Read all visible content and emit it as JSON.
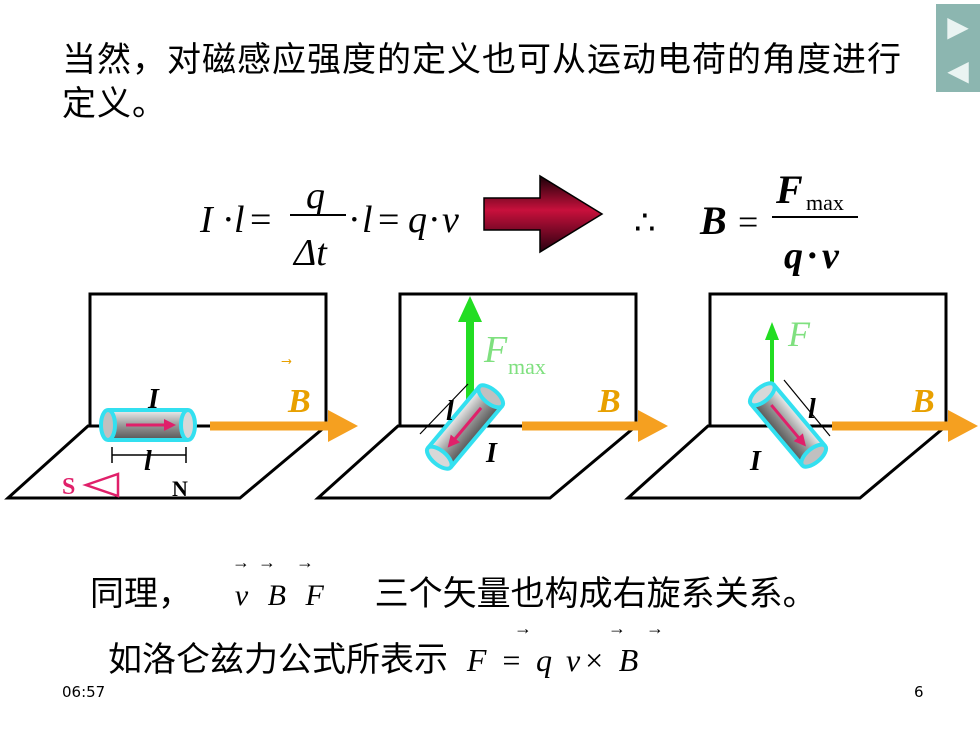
{
  "title": "当然，对磁感应强度的定义也可从运动电荷的角度进行定义。",
  "nav": {
    "next_icon": "play-right-icon",
    "prev_icon": "play-left-icon"
  },
  "equation_left": {
    "I": "I",
    "l": "l",
    "q": "q",
    "delta_t": "Δt",
    "v": "v"
  },
  "equation_right": {
    "therefore": "∴",
    "B": "B",
    "F": "F",
    "max": "max",
    "q": "q",
    "v": "v"
  },
  "diagram": {
    "panel1": {
      "current": "I",
      "field": "B",
      "length": "l",
      "south": "S",
      "north": "N"
    },
    "panel2": {
      "force": "F",
      "force_sub": "max",
      "length": "l",
      "current": "I",
      "field": "B"
    },
    "panel3": {
      "force": "F",
      "length": "l",
      "current": "I",
      "field": "B"
    }
  },
  "line1": {
    "text_start": "同理，",
    "vectors": "v B F",
    "text_end": "三个矢量也构成右旋系关系。"
  },
  "line2": {
    "text": "如洛仑兹力公式所表示",
    "formula": "F = q v× B"
  },
  "footer": {
    "time": "06:57",
    "page": "6"
  },
  "colors": {
    "arrow_field": "#f5a020",
    "arrow_force": "#22dd22",
    "conductor_rim": "#33e0f0",
    "current_arrow": "#e0206a",
    "big_arrow": "#7a0020",
    "label_gold": "#e8a000",
    "label_green": "#7fe07f"
  }
}
